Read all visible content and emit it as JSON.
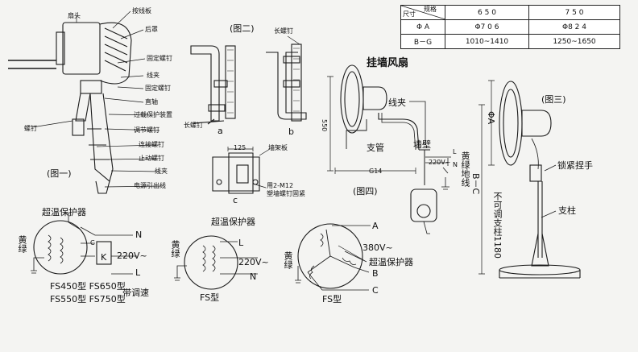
{
  "fig1": {
    "title": "(图一)",
    "parts": [
      "扇头",
      "按线板",
      "后罩",
      "固定螺钉",
      "线夹",
      "固定螺钉",
      "直轴",
      "过载保护装置",
      "调节螺钉",
      "连接螺钉",
      "止动螺钉",
      "线夹",
      "电源引出线"
    ],
    "screw": "螺钉"
  },
  "fig2": {
    "title": "(图二)",
    "long_screw_a": "长螺钉",
    "long_screw_b": "长螺钉",
    "sub_a": "a",
    "sub_b": "b",
    "dim": "125",
    "sub_c": "c",
    "bracket": "墙架板",
    "note_line1": "用2-M12",
    "note_line2": "塑墙螺钉固紧"
  },
  "fig4": {
    "heading": "挂墙风扇",
    "cable_clip": "线夹",
    "pole": "支管",
    "wall": "墙壁",
    "dim_550": "550",
    "dim_g14": "G14",
    "voltage": "220V~",
    "l": "L",
    "n": "N",
    "earth": "黄绿地线",
    "title": "(图四)"
  },
  "table": {
    "h_size": "尺寸",
    "h_spec": "规格",
    "col1": "6 5 0",
    "col2": "7 5 0",
    "row_a_label": "Φ A",
    "row_a_1": "Φ7 0 6",
    "row_a_2": "Φ8 2 4",
    "row_bc_label": "B－G",
    "row_bc_1": "1010~1410",
    "row_bc_2": "1250~1650"
  },
  "fig3": {
    "title": "(图三)",
    "phi_a": "ΦA",
    "lock_handle": "锁紧捏手",
    "pillar": "支柱",
    "b_c": "B－C",
    "nonadjust": "不可调支柱1180"
  },
  "wiring1": {
    "title": "超温保护器",
    "earth": "黄绿",
    "n": "N",
    "c": "C",
    "k": "K",
    "l": "L",
    "voltage": "220V~",
    "models_a": "FS450型 FS650型",
    "models_b": "FS550型 FS750型",
    "speed": "带调速"
  },
  "wiring2": {
    "title": "超温保护器",
    "earth": "黄绿",
    "l": "L",
    "voltage": "220V~",
    "n": "N",
    "model": "FS型"
  },
  "wiring3": {
    "a": "A",
    "voltage": "380V~",
    "protector": "超温保护器",
    "earth": "黄绿",
    "b": "B",
    "c": "C",
    "model": "FS型"
  }
}
